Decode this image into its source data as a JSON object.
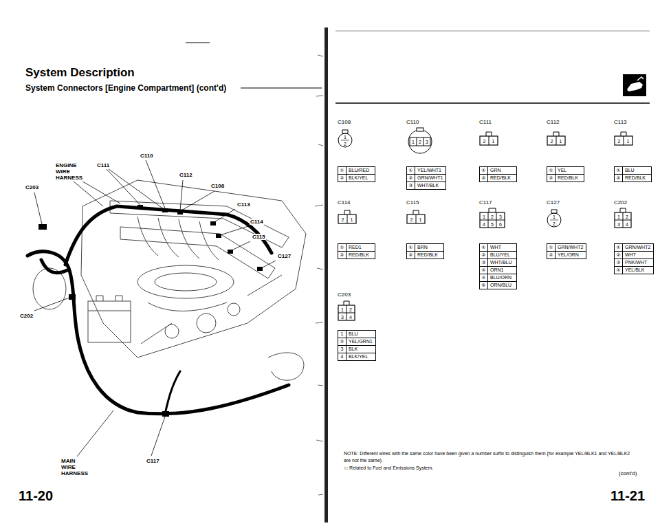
{
  "diagram": {
    "title": "System Description",
    "nodes": [
      {
        "text": [
          "1",
          "2"
        ]
      },
      {
        "text": [
          "①",
          "BLU/RED",
          "②",
          "BLK/YEL"
        ]
      },
      {
        "text": [
          "1",
          "2",
          "3"
        ]
      },
      {
        "text": [
          "①",
          "YEL/WHT1",
          "②",
          "GRN/WHT1",
          "③",
          "WHT/BLK"
        ]
      },
      {
        "text": [
          "2",
          "1"
        ]
      },
      {
        "text": [
          "①",
          "GRN",
          "②",
          "RED/BLK"
        ]
      },
      {
        "text": [
          "2",
          "1"
        ]
      },
      {
        "text": [
          "①",
          "YEL",
          "②",
          "RED/BLK"
        ]
      },
      {
        "text": [
          "2",
          "1"
        ]
      },
      {
        "text": [
          "①",
          "BLU",
          "②",
          "RED/BLK"
        ]
      },
      {
        "text": [
          "2",
          "1"
        ]
      },
      {
        "text": [
          "①",
          "RED1",
          "②",
          "RED/BLK"
        ]
      },
      {
        "text": [
          "2",
          "1"
        ]
      },
      {
        "text": [
          "①",
          "BRN",
          "②",
          "RED/BLK"
        ]
      },
      {
        "text": [
          "1",
          "2",
          "3",
          "4",
          "5",
          "6"
        ]
      },
      {
        "text": [
          "①",
          "WHT",
          "②",
          "BLU/YEL",
          "③",
          "WHT/BLU",
          "④",
          "ORN1",
          "⑤",
          "BLU/ORN",
          "⑥",
          "ORN/BLU"
        ]
      },
      {
        "text": [
          "1",
          "2"
        ]
      },
      {
        "text": [
          "①",
          "GRN/WHT2",
          "②",
          "YEL/ORN"
        ]
      },
      {
        "text": [
          "1",
          "2",
          "3",
          "4"
        ]
      },
      {
        "text": [
          "①",
          "GRN/WHT2",
          "②",
          "WHT",
          "③",
          "PNK/WHT",
          "④",
          "YEL/BLK"
        ]
      },
      {
        "text": [
          "1",
          "2",
          "3",
          "4"
        ]
      },
      {
        "text": [
          "1",
          "BLU",
          "②",
          "YEL/GRN1",
          "3",
          "BLK",
          "4",
          "BLK/YEL"
        ]
      }
    ],
    "labels": [
      "System Connectors [Engine Compartment] (cont'd)",
      "ENGINE WIRE HARNESS",
      "C111",
      "C110",
      "C112",
      "C108",
      "C203",
      "C113",
      "C114",
      "C115",
      "C127",
      "C202",
      "MAIN WIRE HARNESS",
      "C117",
      "11-20",
      "C108",
      "C110",
      "C111",
      "C112",
      "C113",
      "C114",
      "C115",
      "C117",
      "C127",
      "C202",
      "C203",
      "NOTE: Different wires with the same color have been given a number suffix to distinguish them (for example YEL/BLK1 and YEL/BLK2 are not the same).",
      "○: Related to Fuel and Emissions System.",
      "(cont'd)",
      "11-21"
    ]
  }
}
